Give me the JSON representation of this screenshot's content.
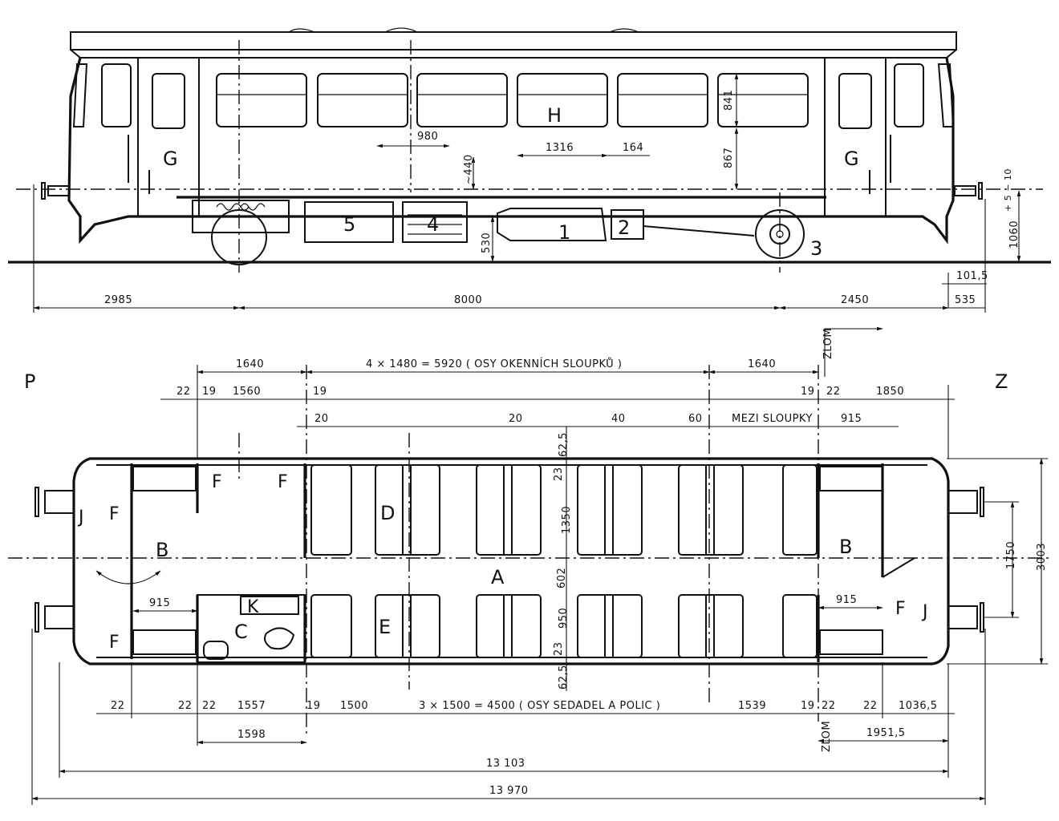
{
  "side_view": {
    "labels": [
      "G",
      "G",
      "H",
      "5",
      "4",
      "1",
      "2",
      "3"
    ],
    "dims": {
      "d980": "980",
      "d440": "~440",
      "d841": "841",
      "d867": "867",
      "d1316": "1316",
      "d164": "164",
      "d530": "530",
      "d1060": "1060",
      "d1060_tol": "+ 5 − 10",
      "d101_5": "101,5",
      "d2985": "2985",
      "d8000": "8000",
      "d2450": "2450",
      "d535": "535"
    }
  },
  "plan_view": {
    "end_labels": {
      "left": "P",
      "right": "Z"
    },
    "zone_labels": {
      "A": "A",
      "B_left": "B",
      "B_right": "B",
      "C": "C",
      "D": "D",
      "E": "E",
      "F1": "F",
      "F2": "F",
      "F3": "F",
      "F4": "F",
      "F5": "F",
      "J_left": "J",
      "J_right": "J",
      "K": "K"
    },
    "zlom_top": "ZLOM",
    "zlom_bottom": "ZLOM",
    "top_dims": {
      "d1640_left": "1640",
      "pillars": "4 × 1480 = 5920  ( OSY  OKENNÍCH  SLOUPKŮ )",
      "d1640_right": "1640",
      "d22_a": "22",
      "d19_a": "19",
      "d1560": "1560",
      "d19_b": "19",
      "d19_c": "19",
      "d22_b": "22",
      "d1850": "1850",
      "d20_a": "20",
      "d20_b": "20",
      "d40": "40",
      "d60": "60",
      "mezi": "MEZI SLOUPKY",
      "d915_top": "915"
    },
    "inner_dims": {
      "d62_5_top": "62,5",
      "d23_top": "23",
      "d1350": "1350",
      "d602": "602",
      "d950": "950",
      "d23_bot": "23",
      "d62_5_bot": "62,5",
      "d915_left": "915",
      "d915_right": "915",
      "d1750": "1750",
      "d3003": "3003"
    },
    "bottom_dims": {
      "d22_a": "22",
      "d22_b": "22",
      "d22_c": "22",
      "d1557": "1557",
      "d19_a": "19",
      "d1500": "1500",
      "seats": "3 × 1500 = 4500  ( OSY  SEDADEL  A  POLIC )",
      "d1539": "1539",
      "d19_b": "19",
      "d22_d": "22",
      "d22_e": "22",
      "d1036_5": "1036,5",
      "d1598": "1598",
      "d1951_5": "1951,5",
      "d13103": "13 103",
      "d13970": "13 970"
    }
  }
}
